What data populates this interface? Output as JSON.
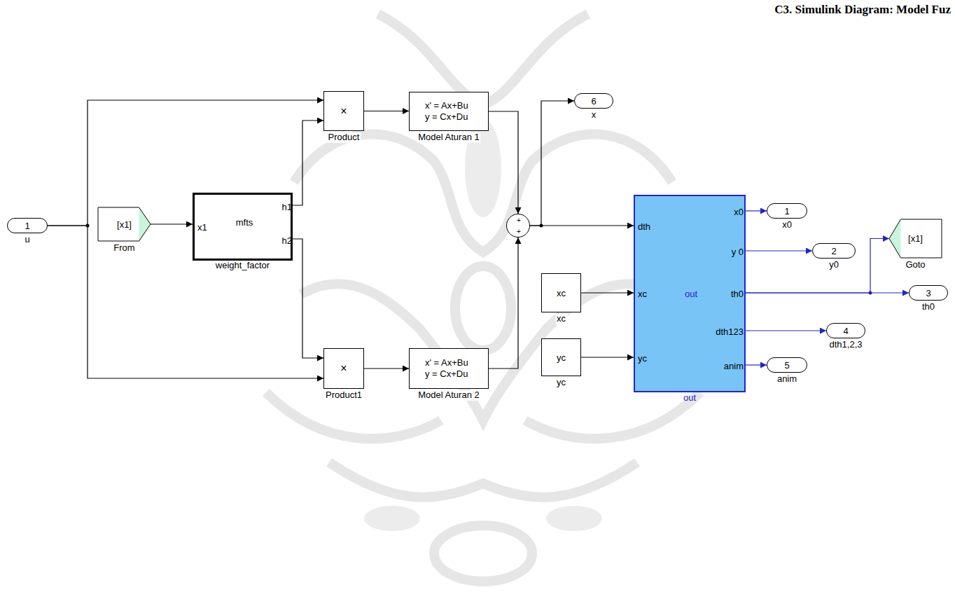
{
  "diagram": {
    "title": "C3. Simulink Diagram: Model Fuz",
    "nodes": [
      {
        "text": [
          "1",
          "u"
        ]
      },
      {
        "text": [
          "[x1]",
          "From"
        ]
      },
      {
        "text": [
          "x1",
          "mfts",
          "h1",
          "h2",
          "weight_factor"
        ]
      },
      {
        "text": [
          "×",
          "Product"
        ]
      },
      {
        "text": [
          "x' = Ax+Bu y = Cx+Du",
          "Model Aturan 1"
        ]
      },
      {
        "text": [
          "×",
          "Product1"
        ]
      },
      {
        "text": [
          "x' = Ax+Bu y = Cx+Du",
          "Model Aturan 2"
        ]
      },
      {
        "text": [
          "+",
          "+"
        ]
      },
      {
        "text": [
          "6",
          "x"
        ]
      },
      {
        "text": [
          "dth",
          "xc",
          "yc",
          "out",
          "x0",
          "y 0",
          "th0",
          "dth123",
          "anim",
          "out"
        ]
      },
      {
        "text": [
          "xc",
          "xc"
        ]
      },
      {
        "text": [
          "yc",
          "yc"
        ]
      },
      {
        "text": [
          "1",
          "x0"
        ]
      },
      {
        "text": [
          "2",
          "y0"
        ]
      },
      {
        "text": [
          "[x1]",
          "Goto"
        ]
      },
      {
        "text": [
          "3",
          "th0"
        ]
      },
      {
        "text": [
          "4",
          "dth1,2,3"
        ]
      },
      {
        "text": [
          "5",
          "anim"
        ]
      }
    ],
    "edges": [
      {
        "from": 0,
        "to": 3,
        "arrow": "to"
      },
      {
        "from": 0,
        "to": 5,
        "arrow": "to"
      },
      {
        "from": 1,
        "to": 2,
        "arrow": "to"
      },
      {
        "from": 2,
        "to": 3,
        "arrow": "to"
      },
      {
        "from": 2,
        "to": 5,
        "arrow": "to"
      },
      {
        "from": 3,
        "to": 4,
        "arrow": "to"
      },
      {
        "from": 5,
        "to": 6,
        "arrow": "to"
      },
      {
        "from": 4,
        "to": 7,
        "arrow": "to"
      },
      {
        "from": 6,
        "to": 7,
        "arrow": "to"
      },
      {
        "from": 7,
        "to": 8,
        "arrow": "to"
      },
      {
        "from": 7,
        "to": 9,
        "arrow": "to"
      },
      {
        "from": 10,
        "to": 9,
        "arrow": "to"
      },
      {
        "from": 11,
        "to": 9,
        "arrow": "to"
      },
      {
        "from": 9,
        "to": 12,
        "arrow": "to"
      },
      {
        "from": 9,
        "to": 13,
        "arrow": "to"
      },
      {
        "from": 9,
        "to": 15,
        "arrow": "to"
      },
      {
        "from": 9,
        "to": 14,
        "arrow": "to"
      },
      {
        "from": 9,
        "to": 16,
        "arrow": "to"
      },
      {
        "from": 9,
        "to": 17,
        "arrow": "to"
      }
    ]
  }
}
